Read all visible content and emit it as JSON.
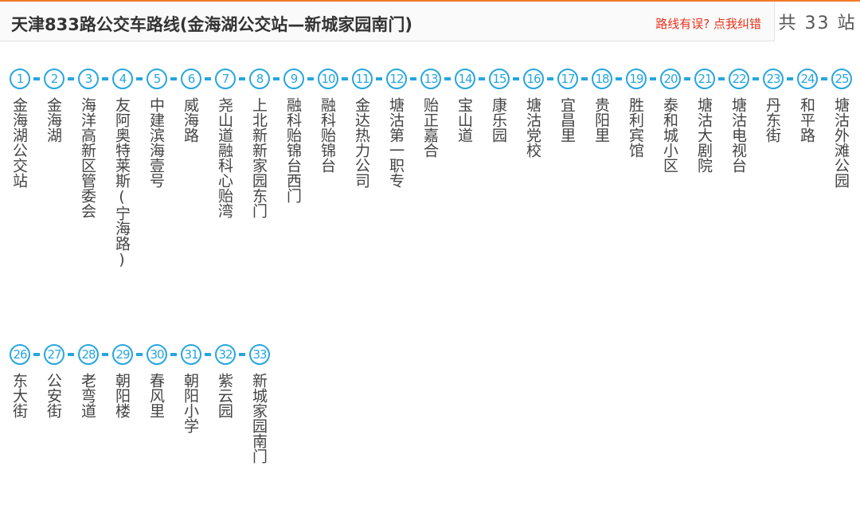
{
  "header": {
    "title": "天津833路公交车路线(金海湖公交站—新城家园南门)",
    "report_link": "路线有误? 点我纠错",
    "stop_count": "共 33 站"
  },
  "colors": {
    "accent": "#27a6de",
    "report": "#e8341c",
    "top_border": "#f07a27"
  },
  "stops": [
    {
      "num": "1",
      "name": "金海湖公交站"
    },
    {
      "num": "2",
      "name": "金海湖"
    },
    {
      "num": "3",
      "name": "海洋高新区管委会"
    },
    {
      "num": "4",
      "name": "友阿奥特莱斯(宁海路)"
    },
    {
      "num": "5",
      "name": "中建滨海壹号"
    },
    {
      "num": "6",
      "name": "威海路"
    },
    {
      "num": "7",
      "name": "尧山道融科心贻湾"
    },
    {
      "num": "8",
      "name": "上北新新家园东门"
    },
    {
      "num": "9",
      "name": "融科贻锦台西门"
    },
    {
      "num": "10",
      "name": "融科贻锦台"
    },
    {
      "num": "11",
      "name": "金达热力公司"
    },
    {
      "num": "12",
      "name": "塘沽第一职专"
    },
    {
      "num": "13",
      "name": "贻正嘉合"
    },
    {
      "num": "14",
      "name": "宝山道"
    },
    {
      "num": "15",
      "name": "康乐园"
    },
    {
      "num": "16",
      "name": "塘沽党校"
    },
    {
      "num": "17",
      "name": "宜昌里"
    },
    {
      "num": "18",
      "name": "贵阳里"
    },
    {
      "num": "19",
      "name": "胜利宾馆"
    },
    {
      "num": "20",
      "name": "泰和城小区"
    },
    {
      "num": "21",
      "name": "塘沽大剧院"
    },
    {
      "num": "22",
      "name": "塘沽电视台"
    },
    {
      "num": "23",
      "name": "丹东街"
    },
    {
      "num": "24",
      "name": "和平路"
    },
    {
      "num": "25",
      "name": "塘沽外滩公园"
    },
    {
      "num": "26",
      "name": "东大街"
    },
    {
      "num": "27",
      "name": "公安街"
    },
    {
      "num": "28",
      "name": "老弯道"
    },
    {
      "num": "29",
      "name": "朝阳楼"
    },
    {
      "num": "30",
      "name": "春风里"
    },
    {
      "num": "31",
      "name": "朝阳小学"
    },
    {
      "num": "32",
      "name": "紫云园"
    },
    {
      "num": "33",
      "name": "新城家园南门"
    }
  ]
}
